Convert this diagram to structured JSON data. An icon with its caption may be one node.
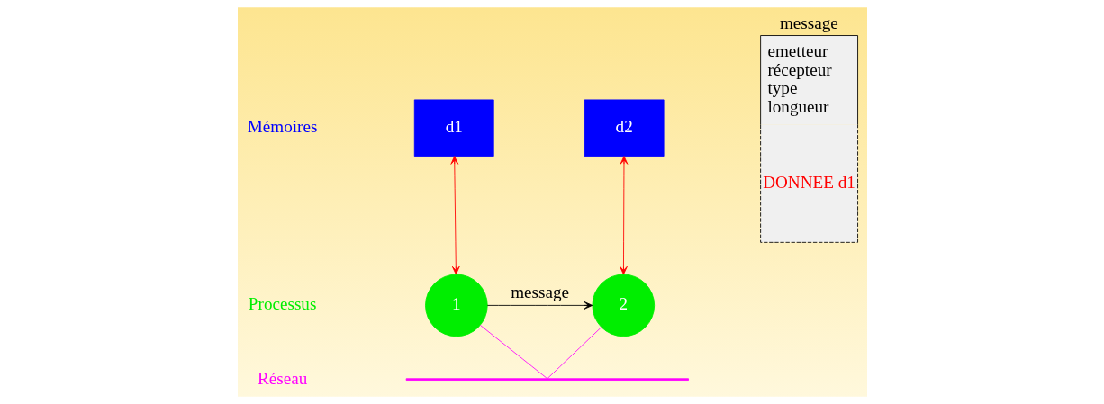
{
  "diagram": {
    "nodes": [
      {
        "text": [
          "d1"
        ]
      },
      {
        "text": [
          "d2"
        ]
      },
      {
        "text": [
          "1"
        ]
      },
      {
        "text": [
          "2"
        ]
      },
      {
        "text": [],
        "shape": "bar"
      },
      {
        "text": [
          "message",
          "emetteur récepteur type longueur",
          "DONNEE d1"
        ]
      }
    ],
    "edges": [
      {
        "from": 0,
        "to": 2,
        "arrow": "both",
        "color": "#ff0000"
      },
      {
        "from": 1,
        "to": 3,
        "arrow": "both",
        "color": "#ff0000"
      },
      {
        "from": 2,
        "to": 3,
        "arrow": "to",
        "label": "message",
        "color": "#000000"
      },
      {
        "from": 2,
        "to": 4,
        "arrow": "none",
        "color": "#ff00ff"
      },
      {
        "from": 3,
        "to": 4,
        "arrow": "none",
        "color": "#ff00ff"
      }
    ],
    "labels": [
      "Mémoires",
      "Processus",
      "Réseau"
    ]
  }
}
